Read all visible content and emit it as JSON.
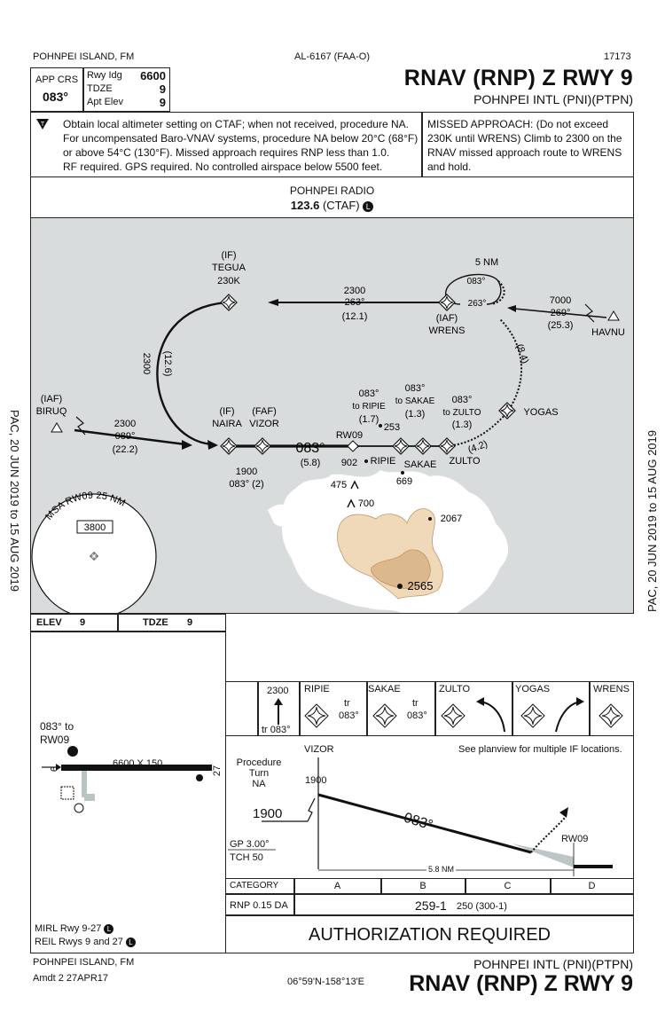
{
  "header": {
    "location": "POHNPEI ISLAND, FM",
    "chart_id": "AL-6167 (FAA-O)",
    "number": "17173",
    "title": "RNAV (RNP) Z RWY 9",
    "airport": "POHNPEI INTL (PNI)(PTPN)"
  },
  "infobox": {
    "app_crs_label": "APP CRS",
    "app_crs_value": "083°",
    "rwy_ldg_label": "Rwy Idg",
    "rwy_ldg_value": "6600",
    "tdze_label": "TDZE",
    "tdze_value": "9",
    "apt_elev_label": "Apt Elev",
    "apt_elev_value": "9"
  },
  "notes": {
    "line1": "Obtain local altimeter setting on CTAF; when not received, procedure NA.",
    "line2": "For uncompensated Baro-VNAV systems, procedure NA below 20°C (68°F)",
    "line3": "or above 54°C (130°F).  Missed approach requires RNP less than 1.0.",
    "line4": "RF required.  GPS required.  No controlled airspace below 5500 feet.",
    "missed1": "MISSED APPROACH:  (Do not exceed",
    "missed2": "230K until WRENS) Climb to 2300 on the",
    "missed3": "RNAV missed approach route to WRENS",
    "missed4": "and hold."
  },
  "comms": {
    "name": "POHNPEI RADIO",
    "freq": "123.6",
    "ctaf": "(CTAF)",
    "l": "L"
  },
  "plan": {
    "tegua_if": "(IF)",
    "tegua": "TEGUA",
    "tegua_spd": "230K",
    "leg_top_alt": "2300",
    "leg_top_crs": "263°",
    "leg_top_dist": "(12.1)",
    "hold_dist": "5 NM",
    "hold_out": "083°",
    "hold_in": "263°",
    "wrens_iaf": "(IAF)",
    "wrens": "WRENS",
    "havnu_alt": "7000",
    "havnu_crs": "269°",
    "havnu_dist": "(25.3)",
    "havnu": "HAVNU",
    "arc_alt": "2300",
    "arc_dist": "(12.6)",
    "arc2_dist": "(8.4)",
    "biruq_iaf": "(IAF)",
    "biruq": "BIRUQ",
    "biruq_alt": "2300",
    "biruq_crs": "089°",
    "biruq_dist": "(22.2)",
    "naira_if": "(IF)",
    "naira": "NAIRA",
    "vizor_faf": "(FAF)",
    "vizor": "VIZOR",
    "final_crs": "083°",
    "final_dist": "(5.8)",
    "naira_alt": "1900",
    "naira_crs": "083° (2)",
    "rw09": "RW09",
    "obs902": "902",
    "obs253": "253",
    "obs669": "669",
    "obs475": "475",
    "obs700": "700",
    "obs2067": "2067",
    "obs2565": "2565",
    "ripie": "RIPIE",
    "sakae": "SAKAE",
    "zulto": "ZULTO",
    "yogas": "YOGAS",
    "to_ripie_crs": "083°",
    "to_ripie": "to RIPIE",
    "to_ripie_dist": "(1.7)",
    "to_sakae_crs": "083°",
    "to_sakae": "to SAKAE",
    "to_sakae_dist": "(1.3)",
    "to_zulto_crs": "083°",
    "to_zulto": "to ZULTO",
    "to_zulto_dist": "(1.3)",
    "yogas_dist": "(4.2)",
    "msa_label": "MSA RW09 25 NM",
    "msa_alt": "3800"
  },
  "validity": {
    "left": "PAC,  20 JUN 2019  to  15 AUG 2019",
    "right": "PAC,  20 JUN 2019  to  15 AUG 2019"
  },
  "airport": {
    "elev_label": "ELEV",
    "elev_value": "9",
    "tdze_label": "TDZE",
    "tdze_value": "9",
    "crs_to": "083° to",
    "crs_rw": "RW09",
    "rwy_dims": "6600 X 150",
    "rwy_end_left": "9",
    "rwy_end_right": "27",
    "lighting1": "MIRL Rwy 9-27",
    "lighting2": "REIL Rwys 9 and 27"
  },
  "missed_icons": {
    "climb_alt": "2300",
    "climb_tr": "tr 083°",
    "ripie": "RIPIE",
    "tr1": "tr",
    "tr1_crs": "083°",
    "sakae": "SAKAE",
    "tr2": "tr",
    "tr2_crs": "083°",
    "zulto": "ZULTO",
    "yogas": "YOGAS",
    "wrens": "WRENS"
  },
  "profile": {
    "note": "See planview for multiple IF locations.",
    "pt1": "Procedure",
    "pt2": "Turn",
    "pt3": "NA",
    "vizor": "VIZOR",
    "vizor_alt": "1900",
    "min_alt": "1900",
    "crs": "083°",
    "gp": "GP 3.00°",
    "tch": "TCH 50",
    "rw09": "RW09",
    "dist": "5.8 NM"
  },
  "minimums": {
    "category_label": "CATEGORY",
    "cats": [
      "A",
      "B",
      "C",
      "D"
    ],
    "rnp_label": "RNP 0.15  DA",
    "da": "259-1",
    "da_sub": "250 (300-1)",
    "auth": "AUTHORIZATION REQUIRED"
  },
  "footer": {
    "location": "POHNPEI ISLAND, FM",
    "amdt": "Amdt 2  27APR17",
    "coords": "06°59'N-158°13'E",
    "airport": "POHNPEI INTL (PNI)(PTPN)",
    "title": "RNAV (RNP) Z RWY 9"
  },
  "colors": {
    "sea": "#d9dcdc",
    "terrain_low": "#efd9b8",
    "terrain_high": "#dcb98d"
  }
}
